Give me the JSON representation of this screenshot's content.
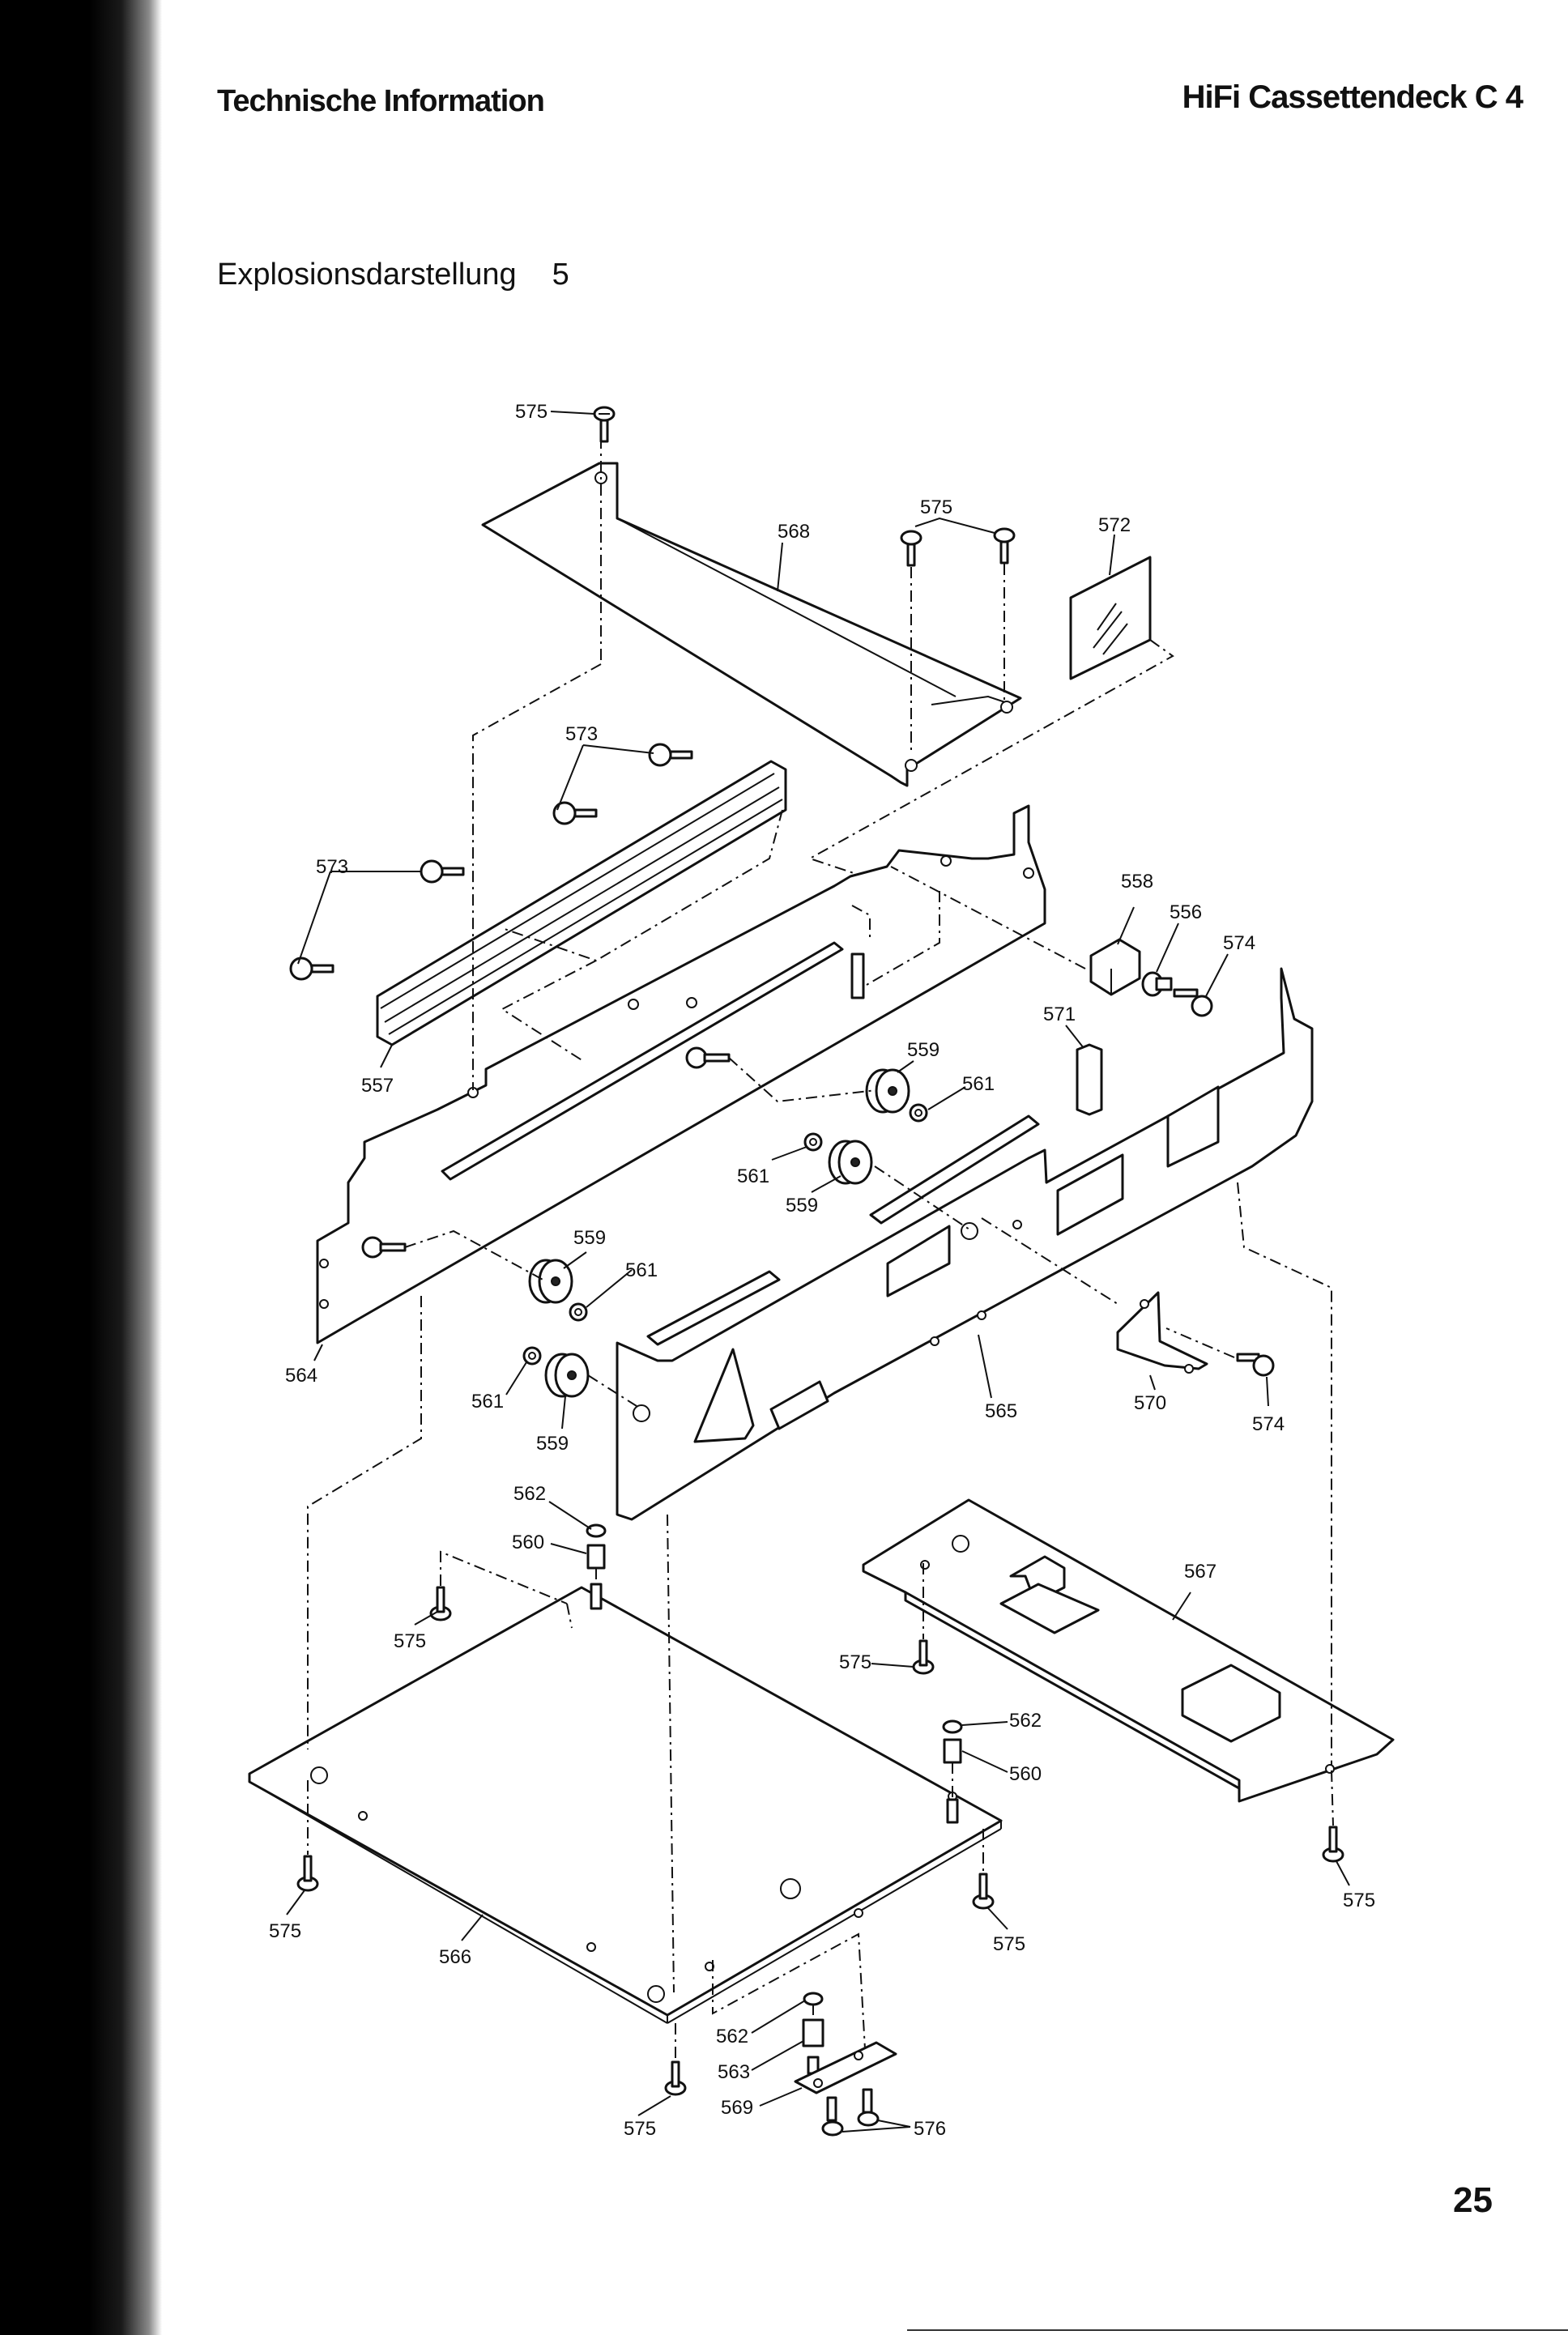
{
  "header": {
    "left": "Technische Information",
    "right": "HiFi Cassettendeck C 4"
  },
  "section": {
    "title": "Explosionsdarstellung",
    "number": "5"
  },
  "page_number": "25",
  "diagram": {
    "labels": {
      "p575_top": "575",
      "p575_mid": "575",
      "p568": "568",
      "p572": "572",
      "p573_upper": "573",
      "p573_left": "573",
      "p558": "558",
      "p556": "556",
      "p574_upper": "574",
      "p557": "557",
      "p571": "571",
      "p559_a": "559",
      "p561_a": "561",
      "p561_b": "561",
      "p559_b": "559",
      "p559_c": "559",
      "p561_c": "561",
      "p564": "564",
      "p561_d": "561",
      "p559_d": "559",
      "p565": "565",
      "p570": "570",
      "p574_lower": "574",
      "p562_a": "562",
      "p560_a": "560",
      "p575_left": "575",
      "p567": "567",
      "p575_bracket": "575",
      "p562_b": "562",
      "p560_b": "560",
      "p575_right": "575",
      "p575_foot_left": "575",
      "p575_foot_right": "575",
      "p566": "566",
      "p562_c": "562",
      "p563": "563",
      "p569": "569",
      "p575_bottom": "575",
      "p576": "576"
    }
  }
}
